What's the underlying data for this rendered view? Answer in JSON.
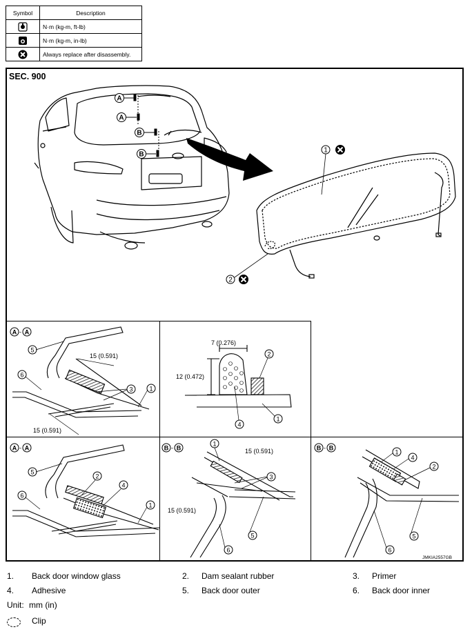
{
  "symbol_table": {
    "header_symbol": "Symbol",
    "header_description": "Description",
    "rows": [
      {
        "icon": "torque-wrench-icon",
        "description": "N·m (kg-m, ft-lb)"
      },
      {
        "icon": "torque-wrench-small-icon",
        "description": "N·m (kg-m, in-lb)"
      },
      {
        "icon": "replace-x-icon",
        "description": "Always replace after disassembly."
      }
    ]
  },
  "section": "SEC. 900",
  "callouts": {
    "A": "A",
    "B": "B",
    "n1": "1",
    "n2": "2",
    "n3": "3",
    "n4": "4",
    "n5": "5",
    "n6": "6"
  },
  "dimensions": {
    "d15": "15 (0.591)",
    "d7": "7 (0.276)",
    "d12": "12 (0.472)"
  },
  "image_code": "JMKIA2557GB",
  "legend": [
    {
      "num": "1.",
      "text": "Back door window glass"
    },
    {
      "num": "2.",
      "text": "Dam sealant rubber"
    },
    {
      "num": "3.",
      "text": "Primer"
    },
    {
      "num": "4.",
      "text": "Adhesive"
    },
    {
      "num": "5.",
      "text": "Back door outer"
    },
    {
      "num": "6.",
      "text": "Back door inner"
    }
  ],
  "unit_label": "Unit:",
  "unit_value": "mm (in)",
  "clip_label": "Clip"
}
